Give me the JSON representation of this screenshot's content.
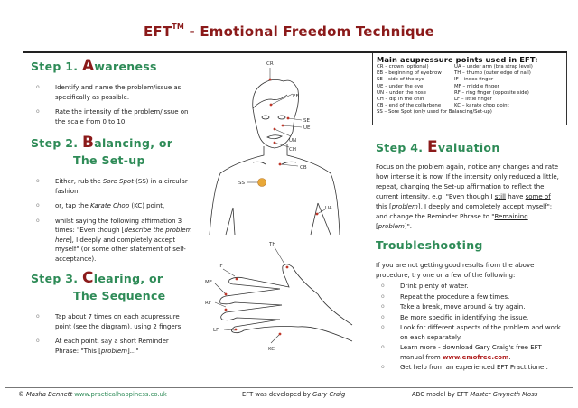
{
  "header": {
    "title_main": "EFT",
    "title_tm": "TM",
    "title_rest": " - Emotional Freedom Technique"
  },
  "step1": {
    "prefix": "Step 1. ",
    "initial": "A",
    "rest": "wareness",
    "bullets": [
      "Identify and name the problem/issue as specifically as possible.",
      "Rate the intensity of the problem/issue on the scale from 0 to 10."
    ]
  },
  "step2": {
    "prefix": "Step 2. ",
    "initial": "B",
    "rest": "alancing, or",
    "line2": "The Set-up",
    "bullets": [
      {
        "a": "Either, rub the ",
        "b": "Sore Spot",
        "c": " (SS) in a circular fashion,"
      },
      {
        "a": "or, tap the ",
        "b": "Karate Chop",
        "c": " (KC) point,"
      },
      {
        "a": "whilst saying the following affirmation 3 times: \"Even though [",
        "b": "describe the problem here",
        "c": "], I deeply and completely accept myself\" (or some other statement of self-acceptance)."
      }
    ]
  },
  "step3": {
    "prefix": "Step 3. ",
    "initial": "C",
    "rest": "learing, or",
    "line2": "The Sequence",
    "bullets": [
      {
        "a": "Tap about 7 times on each acupressure point (see the diagram), using 2 fingers.",
        "b": "",
        "c": ""
      },
      {
        "a": "At each point, say a short Reminder Phrase: \"This [",
        "b": "problem",
        "c": "]...\""
      }
    ]
  },
  "legend": {
    "heading": "Main acupressure points used in EFT:",
    "left": [
      "CR – crown (optional)",
      "EB – beginning of eyebrow",
      "SE – side of the eye",
      "UE – under the eye",
      "UN – under the nose",
      "CH – dip in the chin",
      "CB – end of the collarbone"
    ],
    "right": [
      "UA – under arm (bra strap level)",
      "TH – thumb (outer edge of nail)",
      "IF – index finger",
      "MF – middle finger",
      "RF – ring finger (opposite side)",
      "LF – little finger",
      "KC – karate chop point"
    ],
    "full": "SS – Sore Spot (only used for Balancing/Set-up)"
  },
  "step4": {
    "prefix": "Step 4. ",
    "initial": "E",
    "rest": "valuation",
    "p1": "Focus on the problem again, notice any changes and rate how intense it is now. If the intensity only reduced a little, repeat, changing the Set-up affirmation to reflect the current intensity, e.g. \"Even though I ",
    "still": "still",
    "p2": " have ",
    "some_of": "some of",
    "p3": " this [",
    "problem1": "problem",
    "p4": "], I deeply and completely accept myself\"; and change the Reminder Phrase to \"",
    "remaining": "Remaining",
    "p5": " [",
    "problem2": "problem",
    "p6": "]\"."
  },
  "troubleshooting": {
    "heading": "Troubleshooting",
    "intro": "If you are not getting good results from the above procedure, try one or a few of the following:",
    "items": [
      "Drink plenty of water.",
      "Repeat the procedure a few times.",
      "Take a break, move around & try again.",
      "Be more specific in identifying the issue.",
      "Look for different aspects of the problem and work on each separately.",
      "Learn more - download Gary Craig's free EFT manual from ",
      "Get help from an experienced EFT Practitioner."
    ],
    "link": "www.emofree.com",
    "link_suffix": "."
  },
  "diagram": {
    "labels": {
      "CR": "CR",
      "EB": "EB",
      "SE": "SE",
      "UE": "UE",
      "UN": "UN",
      "CH": "CH",
      "CB": "CB",
      "SS": "SS",
      "UA": "UA",
      "TH": "TH",
      "IF": "IF",
      "MF": "MF",
      "RF": "RF",
      "LF": "LF",
      "KC": "KC"
    },
    "point_color": "#c0392b",
    "sore_spot_color": "#e8a838"
  },
  "footer": {
    "copyright": "© Masha Bennett ",
    "site": "www.practicalhappiness.co.uk",
    "center_a": "EFT was developed by ",
    "center_b": "Gary Craig",
    "right_a": "ABC model by EFT ",
    "right_b": "Master Gwyneth Moss"
  },
  "colors": {
    "title": "#8b1a1a",
    "heading_green": "#2e8b57",
    "initial_red": "#8b1a1a",
    "link": "#b01e1e"
  }
}
